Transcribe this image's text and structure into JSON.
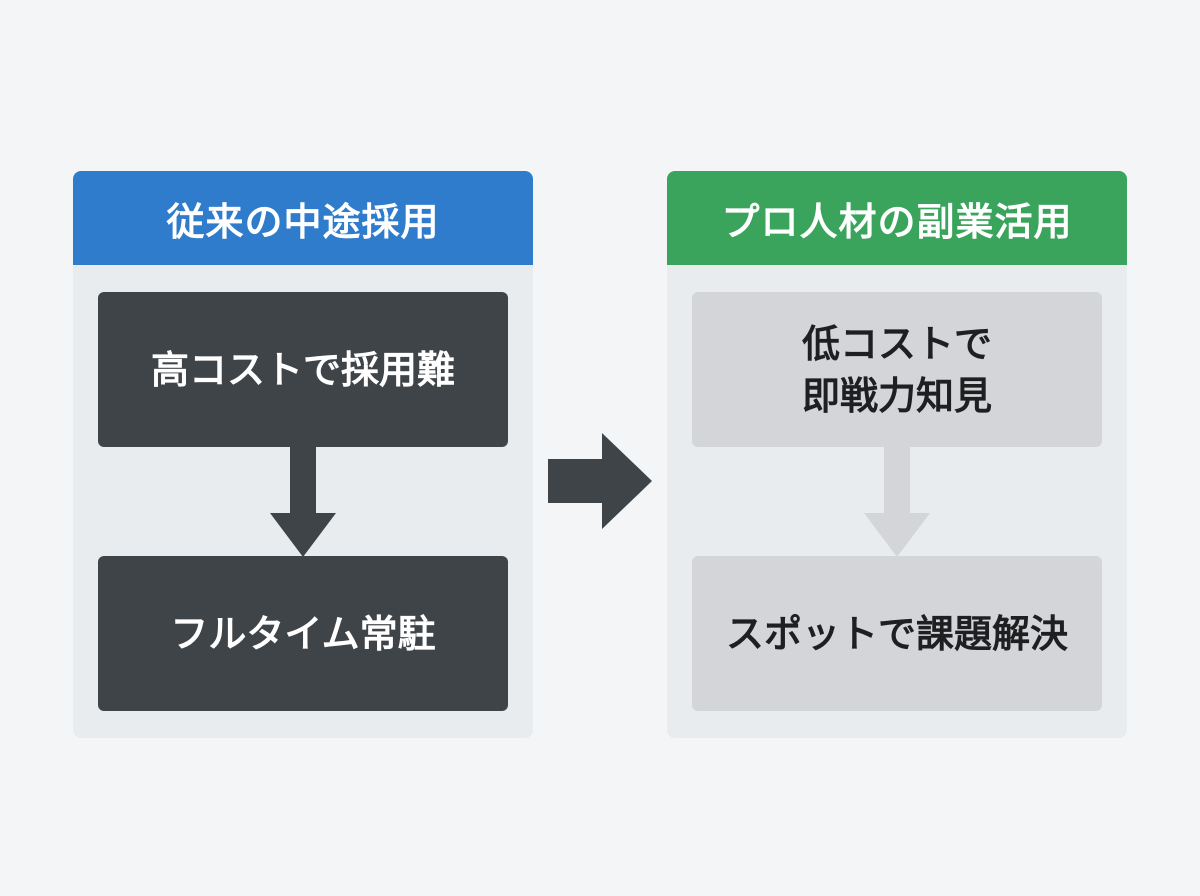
{
  "left_panel": {
    "title": "従来の中途採用",
    "top_box": "高コストで採用難",
    "bottom_box": "フルタイム常駐",
    "header_color": "#2f7ccc",
    "box_color": "#3f4448"
  },
  "right_panel": {
    "title": "プロ人材の副業活用",
    "top_box_lines": [
      "低コストで",
      "即戦力知見"
    ],
    "bottom_box": "スポットで課題解決",
    "header_color": "#3aa35c",
    "box_color": "#d3d5d8"
  },
  "connector_icon": "right-arrow-icon",
  "flow_icon": "down-arrow-icon"
}
